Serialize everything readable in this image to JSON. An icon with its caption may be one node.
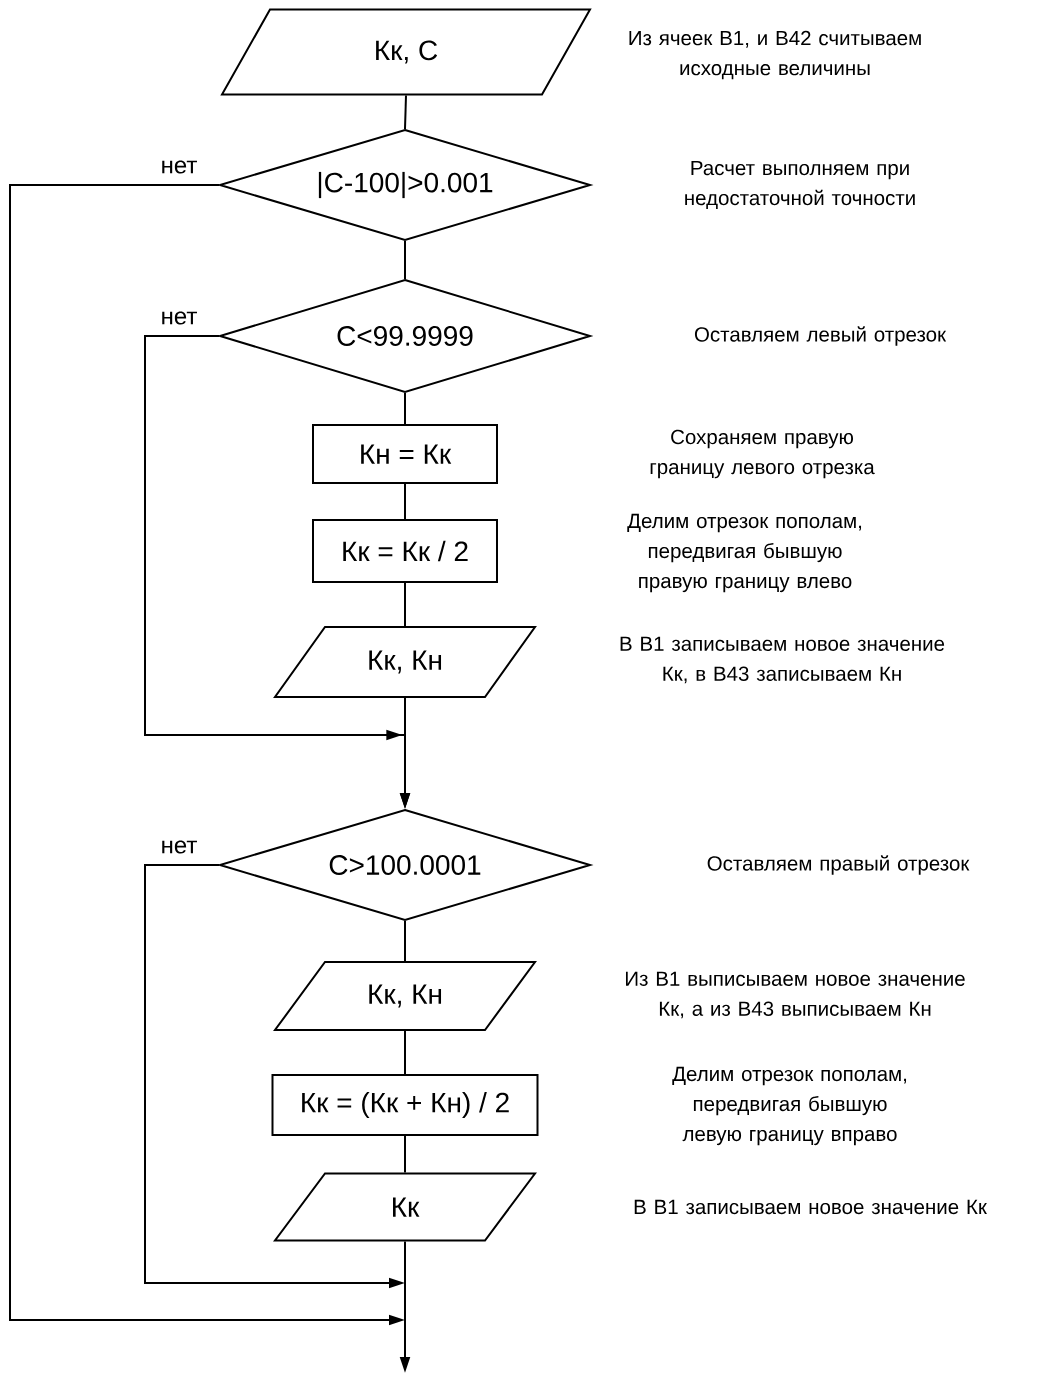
{
  "diagram": {
    "nodes": [
      {
        "text": [
          "Кк, С"
        ],
        "beside": [
          "Из ячеек В1, и В42 считываем исходные величины"
        ]
      },
      {
        "text": [
          "|С-100|>0.001"
        ]
      },
      {
        "text": [
          "С<99.9999"
        ]
      },
      {
        "text": [
          "Кн = Кк"
        ]
      },
      {
        "text": [
          "Кк = Кк / 2"
        ]
      },
      {
        "text": [
          "Кк, Кн"
        ]
      },
      {
        "text": [
          "С>100.0001"
        ]
      },
      {
        "text": [
          "Кк, Кн"
        ]
      },
      {
        "text": [
          "Кк = (Кк + Кн) / 2"
        ]
      },
      {
        "text": [
          "Кк"
        ]
      }
    ],
    "edges": [
      {
        "from": 0,
        "to": 1,
        "arrow": "none"
      },
      {
        "from": 1,
        "to": 2,
        "arrow": "none"
      },
      {
        "from": 2,
        "to": 3,
        "arrow": "none"
      },
      {
        "from": 3,
        "to": 4,
        "arrow": "none"
      },
      {
        "from": 4,
        "to": 5,
        "arrow": "none"
      },
      {
        "from": 5,
        "to": 6,
        "arrow": "to"
      },
      {
        "from": 2,
        "to": 6,
        "arrow": "to",
        "label": "нет"
      },
      {
        "from": 6,
        "to": 7,
        "arrow": "none"
      },
      {
        "from": 7,
        "to": 8,
        "arrow": "none"
      },
      {
        "from": 8,
        "to": 9,
        "arrow": "none"
      },
      {
        "from": 6,
        "to": null,
        "arrow": "to",
        "label": "нет"
      },
      {
        "from": 1,
        "to": null,
        "arrow": "to",
        "label": "нет"
      },
      {
        "from": 9,
        "to": null,
        "arrow": "to"
      }
    ],
    "labels": [
      "Расчет выполняем при недостаточной точности",
      "Оставляем левый отрезок",
      "Сохраняем правую границу левого отрезка",
      "Делим отрезок пополам, передвигая бывшую правую границу влево",
      "В В1 записываем новое значение Кк, в В43 записываем Кн",
      "Оставляем правый отрезок",
      "Из В1 выписываем новое значение Кк, а из В43 выписываем Кн",
      "Делим отрезок пополам, передвигая бывшую левую границу вправо",
      "В В1 записываем новое значение Кк"
    ]
  }
}
